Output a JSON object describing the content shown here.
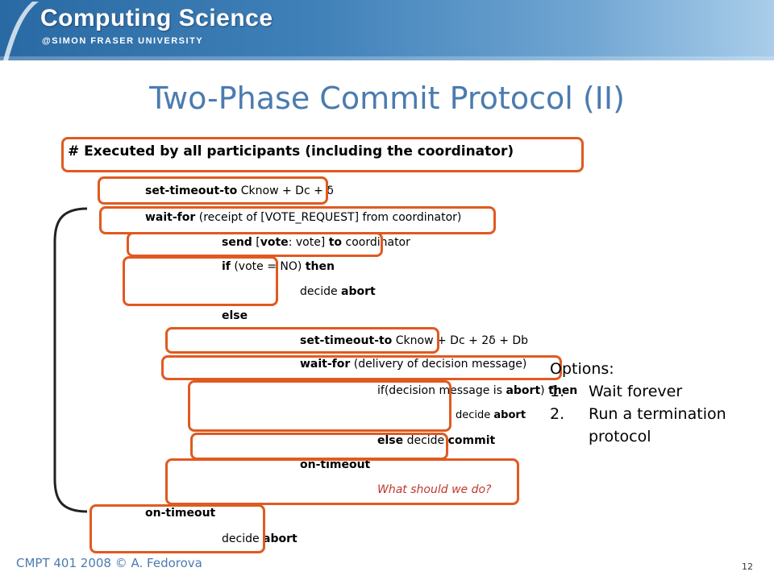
{
  "header": {
    "brand": "Computing Science",
    "subbrand": "@SIMON FRASER UNIVERSITY",
    "colors": {
      "band": "#3f80b8",
      "title": "#4b7bb0",
      "box_border": "#e05a20",
      "question": "#c0392b"
    }
  },
  "slide": {
    "title": "Two-Phase Commit Protocol (II)",
    "heading": "# Executed by all participants (including the coordinator)"
  },
  "code": {
    "l1_kw": "set-timeout-to",
    "l1_rest": " Cknow + Dc + δ",
    "l2_kw": "wait-for",
    "l2_rest": " (receipt of [VOTE_REQUEST]  from coordinator)",
    "l3_kw1": "send",
    "l3_mid1": " [",
    "l3_kw2": "vote",
    "l3_mid2": ": vote] ",
    "l3_kw3": "to",
    "l3_rest": " coordinator",
    "l4_kw1": "if",
    "l4_mid": " (vote = NO) ",
    "l4_kw2": "then",
    "l5_pre": "decide ",
    "l5_kw": "abort",
    "l6_kw": "else",
    "l7_kw": "set-timeout-to",
    "l7_rest": " Cknow + Dc + 2δ + Db",
    "l8_kw": "wait-for",
    "l8_rest": " (delivery of decision message)",
    "l9_pre": "if(decision message is ",
    "l9_kw1": "abort",
    "l9_mid": ") ",
    "l9_kw2": "then",
    "l10_pre": "decide ",
    "l10_kw": "abort",
    "l11_kw": "else",
    "l11_mid": " decide ",
    "l11_kw2": "commit",
    "l12_kw": "on-timeout",
    "l13_question": "What should we do?",
    "l14_kw": "on-timeout",
    "l15_pre": "decide ",
    "l15_kw": "abort"
  },
  "options": {
    "title": "Options:",
    "items": [
      {
        "num": "1.",
        "text": "Wait forever"
      },
      {
        "num": "2.",
        "text": "Run a termination"
      },
      {
        "num": "",
        "text": "protocol"
      }
    ]
  },
  "footer": {
    "left": "CMPT 401 2008  © A. Fedorova",
    "page": "12"
  }
}
